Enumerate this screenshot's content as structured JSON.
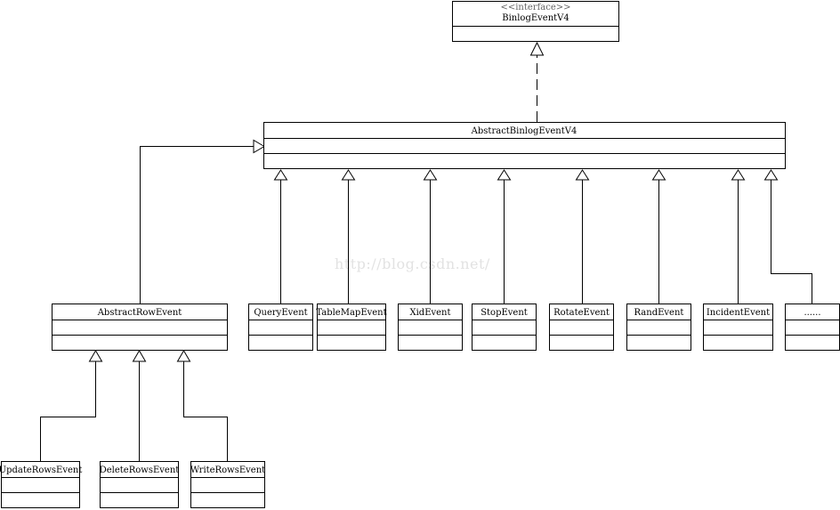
{
  "diagram": {
    "interface": {
      "stereotype": "<<interface>>",
      "name": "BinlogEventV4"
    },
    "abstract_base": {
      "name": "AbstractBinlogEventV4"
    },
    "abstract_row": {
      "name": "AbstractRowEvent"
    },
    "event_classes": [
      {
        "name": "QueryEvent"
      },
      {
        "name": "TableMapEvent"
      },
      {
        "name": "XidEvent"
      },
      {
        "name": "StopEvent"
      },
      {
        "name": "RotateEvent"
      },
      {
        "name": "RandEvent"
      },
      {
        "name": "IncidentEvent"
      },
      {
        "name": "......"
      }
    ],
    "row_classes": [
      {
        "name": "UpdateRowsEvent"
      },
      {
        "name": "DeleteRowsEvent"
      },
      {
        "name": "WriteRowsEvent"
      }
    ],
    "watermark": "http://blog.csdn.net/"
  }
}
